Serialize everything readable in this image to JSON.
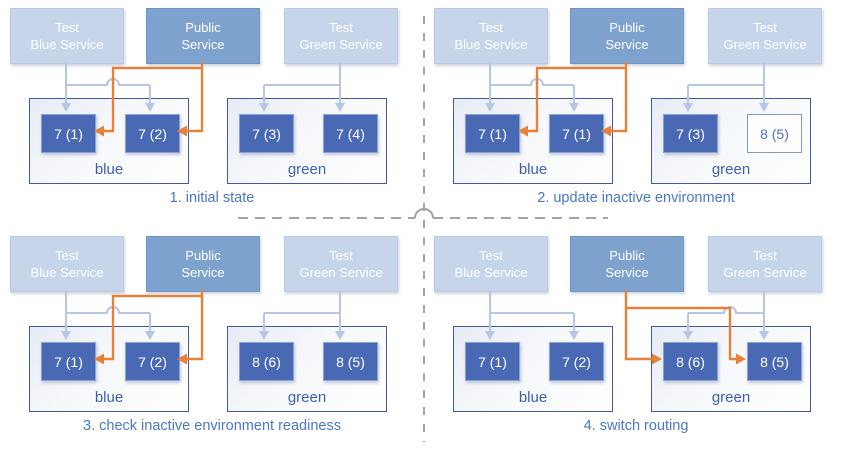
{
  "title": "blue-green deployment stages diagram",
  "colors": {
    "public_route_orange": "#e6813a",
    "test_route_light_blue": "#b5c7e4",
    "test_service_box": "#c7d5ea",
    "public_service_box": "#7ea2ce",
    "instance_box": "#4a69b4",
    "environment_border": "#41599e",
    "caption_text": "#4a77c9",
    "divider_gray": "#a3a3a3"
  },
  "quadrants": [
    {
      "caption": "1. initial state",
      "public_routes_to": "blue",
      "services": [
        {
          "line1": "Test",
          "line2": "Blue Service"
        },
        {
          "line1": "Public",
          "line2": "Service"
        },
        {
          "line1": "Test",
          "line2": "Green Service"
        }
      ],
      "blue_env": {
        "label": "blue",
        "instances": [
          {
            "label": "7 (1)",
            "variant": "solid"
          },
          {
            "label": "7 (2)",
            "variant": "solid"
          }
        ]
      },
      "green_env": {
        "label": "green",
        "instances": [
          {
            "label": "7 (3)",
            "variant": "solid"
          },
          {
            "label": "7 (4)",
            "variant": "solid"
          }
        ]
      }
    },
    {
      "caption": "2. update inactive environment",
      "public_routes_to": "blue",
      "services": [
        {
          "line1": "Test",
          "line2": "Blue Service"
        },
        {
          "line1": "Public",
          "line2": "Service"
        },
        {
          "line1": "Test",
          "line2": "Green Service"
        }
      ],
      "blue_env": {
        "label": "blue",
        "instances": [
          {
            "label": "7 (1)",
            "variant": "solid"
          },
          {
            "label": "7 (1)",
            "variant": "solid"
          }
        ]
      },
      "green_env": {
        "label": "green",
        "instances": [
          {
            "label": "7 (3)",
            "variant": "solid"
          },
          {
            "label": "8 (5)",
            "variant": "outline"
          }
        ]
      }
    },
    {
      "caption": "3. check inactive environment readiness",
      "public_routes_to": "blue",
      "services": [
        {
          "line1": "Test",
          "line2": "Blue Service"
        },
        {
          "line1": "Public",
          "line2": "Service"
        },
        {
          "line1": "Test",
          "line2": "Green Service"
        }
      ],
      "blue_env": {
        "label": "blue",
        "instances": [
          {
            "label": "7 (1)",
            "variant": "solid"
          },
          {
            "label": "7 (2)",
            "variant": "solid"
          }
        ]
      },
      "green_env": {
        "label": "green",
        "instances": [
          {
            "label": "8 (6)",
            "variant": "solid"
          },
          {
            "label": "8 (5)",
            "variant": "solid"
          }
        ]
      }
    },
    {
      "caption": "4. switch routing",
      "public_routes_to": "green",
      "services": [
        {
          "line1": "Test",
          "line2": "Blue Service"
        },
        {
          "line1": "Public",
          "line2": "Service"
        },
        {
          "line1": "Test",
          "line2": "Green Service"
        }
      ],
      "blue_env": {
        "label": "blue",
        "instances": [
          {
            "label": "7 (1)",
            "variant": "solid"
          },
          {
            "label": "7 (2)",
            "variant": "solid"
          }
        ]
      },
      "green_env": {
        "label": "green",
        "instances": [
          {
            "label": "8 (6)",
            "variant": "solid"
          },
          {
            "label": "8 (5)",
            "variant": "solid"
          }
        ]
      }
    }
  ]
}
